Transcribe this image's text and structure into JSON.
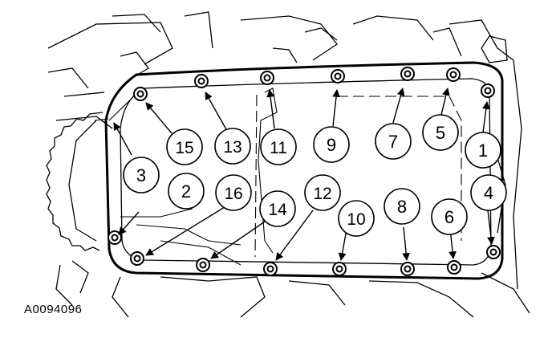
{
  "figure_id": "A0094096",
  "callouts": [
    {
      "label": "1"
    },
    {
      "label": "2"
    },
    {
      "label": "3"
    },
    {
      "label": "4"
    },
    {
      "label": "5"
    },
    {
      "label": "6"
    },
    {
      "label": "7"
    },
    {
      "label": "8"
    },
    {
      "label": "9"
    },
    {
      "label": "10"
    },
    {
      "label": "11"
    },
    {
      "label": "12"
    },
    {
      "label": "13"
    },
    {
      "label": "14"
    },
    {
      "label": "15"
    },
    {
      "label": "16"
    }
  ],
  "colors": {
    "ink": "#000000",
    "background": "#ffffff"
  }
}
